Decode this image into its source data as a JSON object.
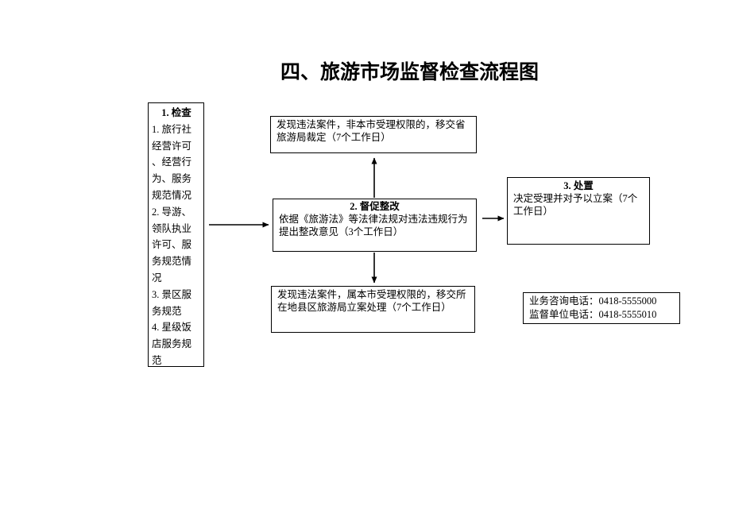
{
  "page": {
    "title": "四、旅游市场监督检查流程图"
  },
  "flowchart": {
    "check": {
      "title": "1. 检查",
      "items": [
        "1. 旅行社经营许可、经营行为、服务规范情况",
        "2. 导游、领队执业许可、服务规范情况",
        "3. 景区服务规范",
        "4. 星级饭店服务规范"
      ]
    },
    "transfer_province": {
      "text": "发现违法案件，非本市受理权限的，移交省旅游局裁定（7个工作日）"
    },
    "supervise": {
      "title": "2. 督促整改",
      "text": "依据《旅游法》等法律法规对违法违规行为提出整改意见（3个工作日）"
    },
    "transfer_county": {
      "text": "发现违法案件，属本市受理权限的，移交所在地县区旅游局立案处理（7个工作日）"
    },
    "dispose": {
      "title": "3. 处置",
      "text": "决定受理并对予以立案（7个工作日）"
    },
    "contact": {
      "lines": [
        "业务咨询电话：0418-5555000",
        "监督单位电话：0418-5555010"
      ]
    },
    "connections": [
      {
        "from": "check",
        "to": "supervise"
      },
      {
        "from": "supervise",
        "to": "transfer_province"
      },
      {
        "from": "supervise",
        "to": "transfer_county"
      },
      {
        "from": "supervise",
        "to": "dispose"
      }
    ]
  },
  "colors": {
    "ink": "#000000",
    "paper": "#ffffff"
  }
}
